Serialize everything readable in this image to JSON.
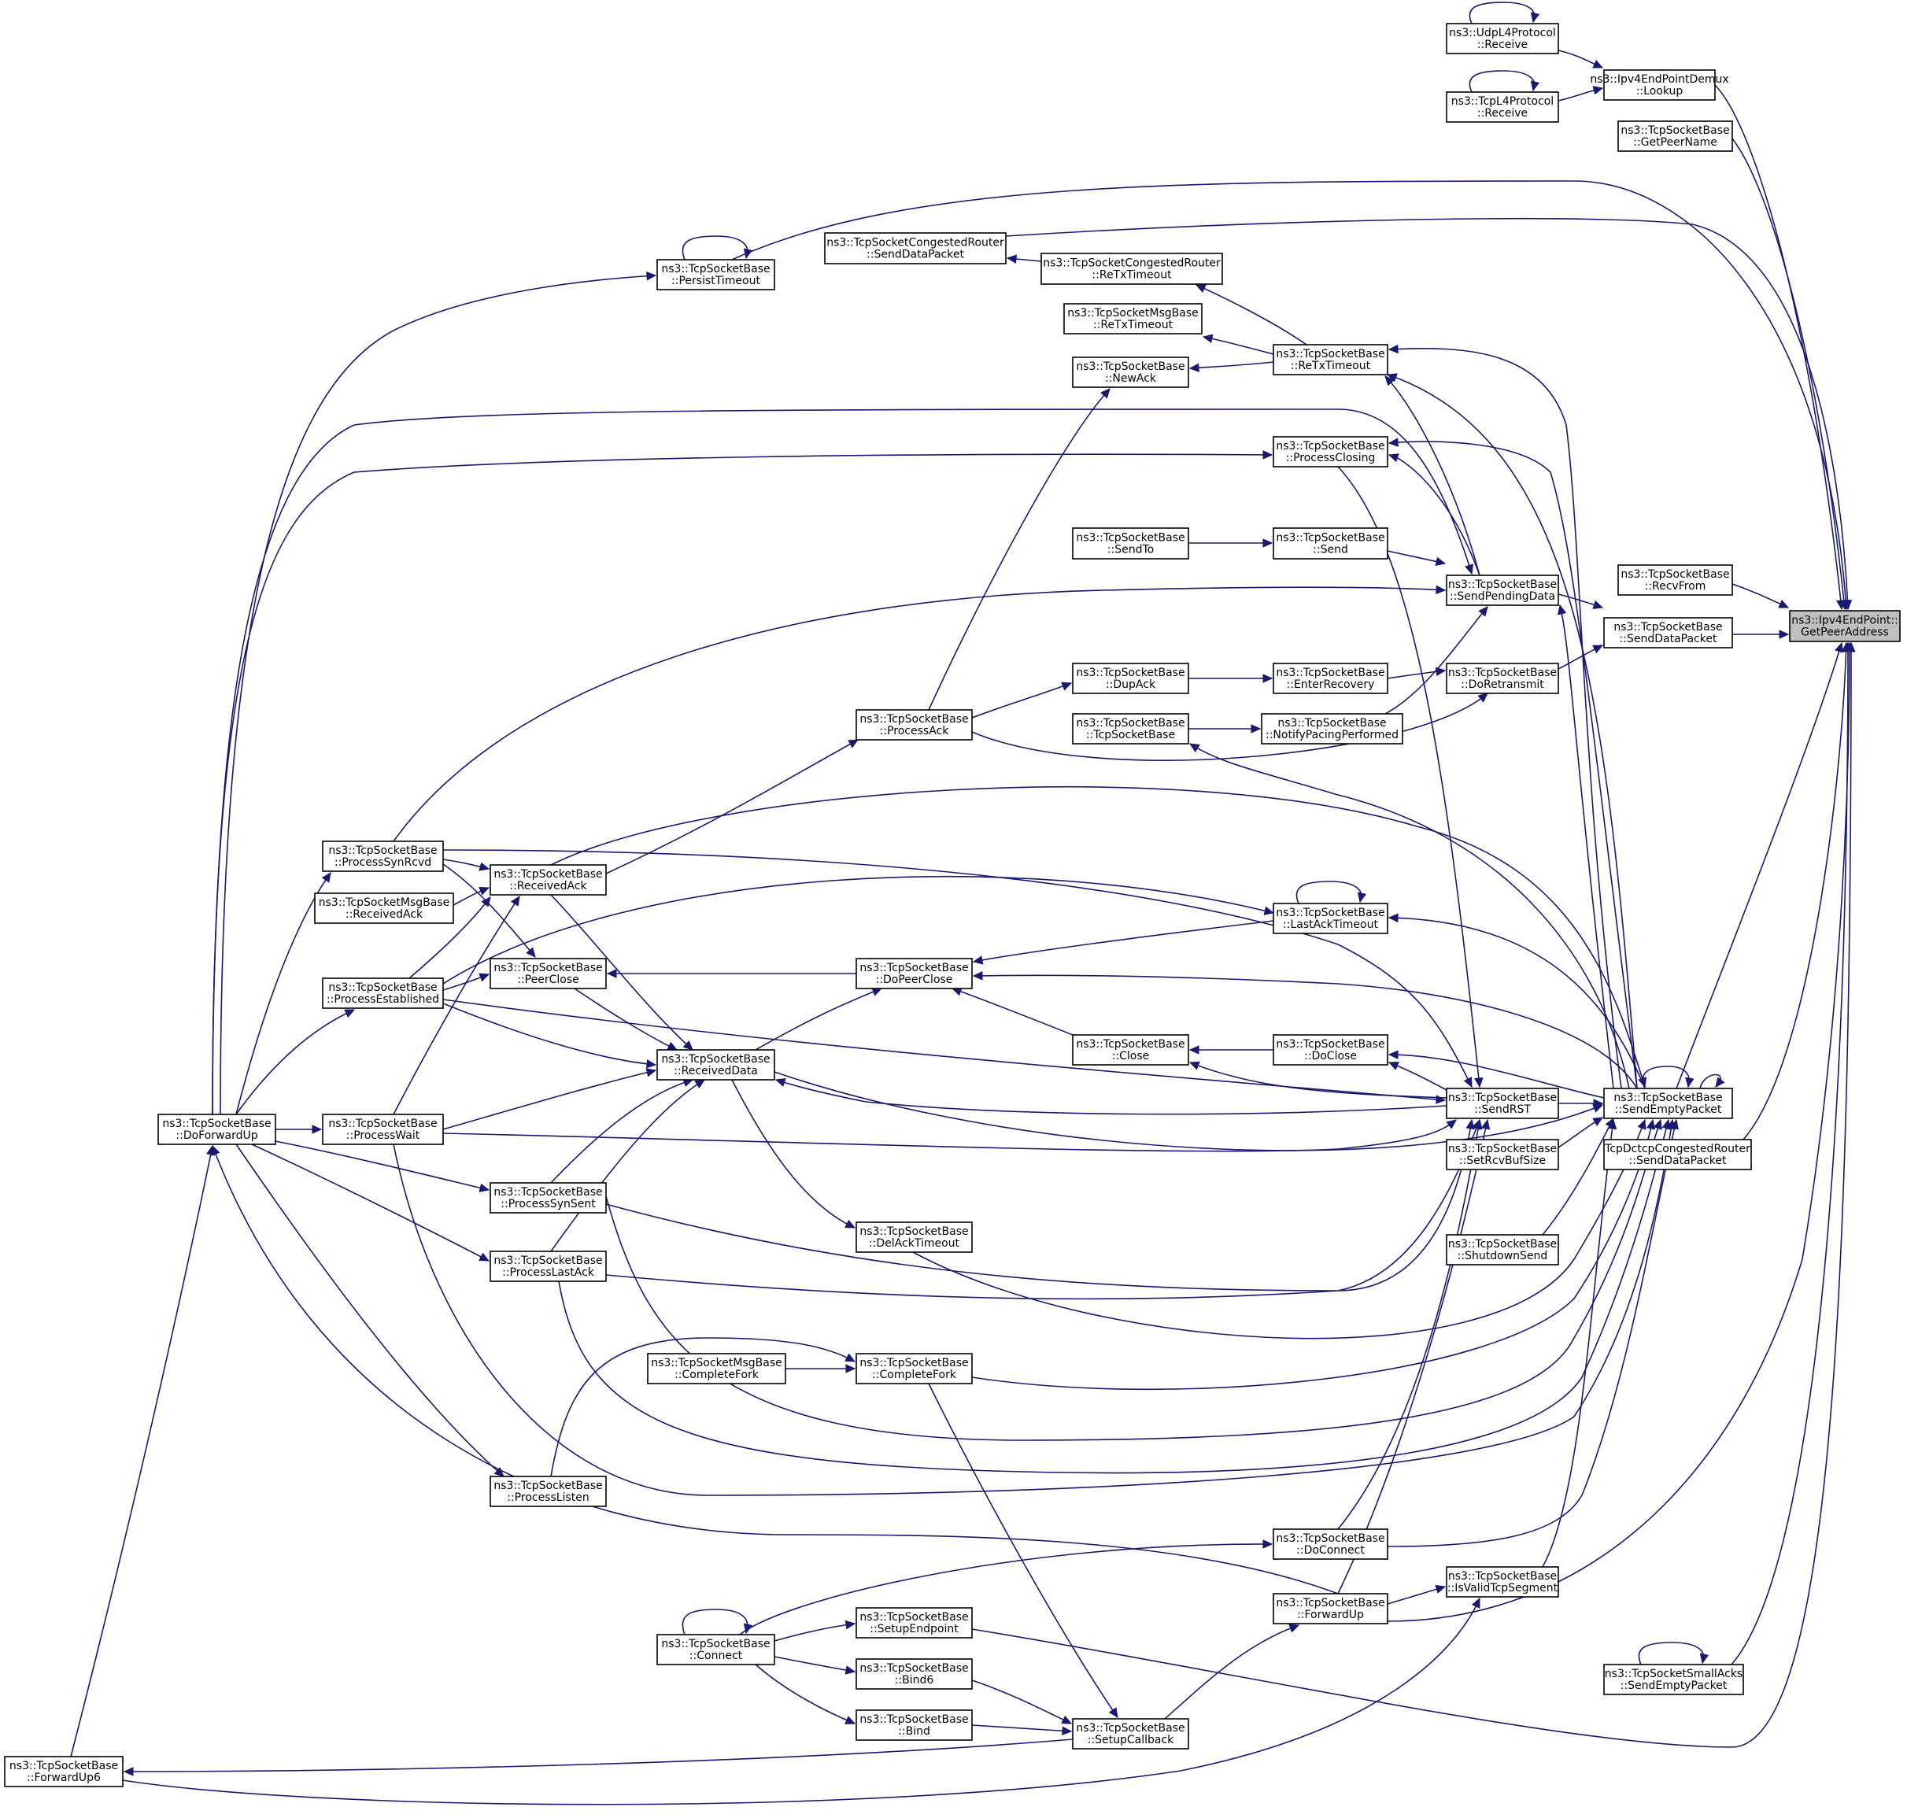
{
  "graph": {
    "nodes": [
      {
        "id": "udp_receive",
        "lines": [
          "ns3::UdpL4Protocol",
          "::Receive"
        ]
      },
      {
        "id": "tcp_receive",
        "lines": [
          "ns3::TcpL4Protocol",
          "::Receive"
        ]
      },
      {
        "id": "demux_lookup",
        "lines": [
          "ns3::Ipv4EndPointDemux",
          "::Lookup"
        ]
      },
      {
        "id": "get_peer_name",
        "lines": [
          "ns3::TcpSocketBase",
          "::GetPeerName"
        ]
      },
      {
        "id": "get_peer_address",
        "lines": [
          "ns3::Ipv4EndPoint::",
          "GetPeerAddress"
        ],
        "focus": true
      },
      {
        "id": "congested_send_data",
        "lines": [
          "ns3::TcpSocketCongestedRouter",
          "::SendDataPacket"
        ]
      },
      {
        "id": "congested_retx",
        "lines": [
          "ns3::TcpSocketCongestedRouter",
          "::ReTxTimeout"
        ]
      },
      {
        "id": "persist_timeout",
        "lines": [
          "ns3::TcpSocketBase",
          "::PersistTimeout"
        ]
      },
      {
        "id": "msg_retx",
        "lines": [
          "ns3::TcpSocketMsgBase",
          "::ReTxTimeout"
        ]
      },
      {
        "id": "retx_timeout",
        "lines": [
          "ns3::TcpSocketBase",
          "::ReTxTimeout"
        ]
      },
      {
        "id": "new_ack",
        "lines": [
          "ns3::TcpSocketBase",
          "::NewAck"
        ]
      },
      {
        "id": "process_closing",
        "lines": [
          "ns3::TcpSocketBase",
          "::ProcessClosing"
        ]
      },
      {
        "id": "send_to",
        "lines": [
          "ns3::TcpSocketBase",
          "::SendTo"
        ]
      },
      {
        "id": "send",
        "lines": [
          "ns3::TcpSocketBase",
          "::Send"
        ]
      },
      {
        "id": "send_pending_data",
        "lines": [
          "ns3::TcpSocketBase",
          "::SendPendingData"
        ]
      },
      {
        "id": "recv_from",
        "lines": [
          "ns3::TcpSocketBase",
          "::RecvFrom"
        ]
      },
      {
        "id": "send_data_packet",
        "lines": [
          "ns3::TcpSocketBase",
          "::SendDataPacket"
        ]
      },
      {
        "id": "dup_ack",
        "lines": [
          "ns3::TcpSocketBase",
          "::DupAck"
        ]
      },
      {
        "id": "enter_recovery",
        "lines": [
          "ns3::TcpSocketBase",
          "::EnterRecovery"
        ]
      },
      {
        "id": "do_retransmit",
        "lines": [
          "ns3::TcpSocketBase",
          "::DoRetransmit"
        ]
      },
      {
        "id": "ctor",
        "lines": [
          "ns3::TcpSocketBase",
          "::TcpSocketBase"
        ]
      },
      {
        "id": "notify_pacing",
        "lines": [
          "ns3::TcpSocketBase",
          "::NotifyPacingPerformed"
        ]
      },
      {
        "id": "process_ack",
        "lines": [
          "ns3::TcpSocketBase",
          "::ProcessAck"
        ]
      },
      {
        "id": "process_syn_rcvd",
        "lines": [
          "ns3::TcpSocketBase",
          "::ProcessSynRcvd"
        ]
      },
      {
        "id": "received_ack",
        "lines": [
          "ns3::TcpSocketBase",
          "::ReceivedAck"
        ]
      },
      {
        "id": "msg_received_ack",
        "lines": [
          "ns3::TcpSocketMsgBase",
          "::ReceivedAck"
        ]
      },
      {
        "id": "last_ack_timeout",
        "lines": [
          "ns3::TcpSocketBase",
          "::LastAckTimeout"
        ]
      },
      {
        "id": "process_established",
        "lines": [
          "ns3::TcpSocketBase",
          "::ProcessEstablished"
        ]
      },
      {
        "id": "peer_close",
        "lines": [
          "ns3::TcpSocketBase",
          "::PeerClose"
        ]
      },
      {
        "id": "do_peer_close",
        "lines": [
          "ns3::TcpSocketBase",
          "::DoPeerClose"
        ]
      },
      {
        "id": "close",
        "lines": [
          "ns3::TcpSocketBase",
          "::Close"
        ]
      },
      {
        "id": "do_close",
        "lines": [
          "ns3::TcpSocketBase",
          "::DoClose"
        ]
      },
      {
        "id": "received_data",
        "lines": [
          "ns3::TcpSocketBase",
          "::ReceivedData"
        ]
      },
      {
        "id": "send_rst",
        "lines": [
          "ns3::TcpSocketBase",
          "::SendRST"
        ]
      },
      {
        "id": "send_empty_packet",
        "lines": [
          "ns3::TcpSocketBase",
          "::SendEmptyPacket"
        ]
      },
      {
        "id": "do_forward_up",
        "lines": [
          "ns3::TcpSocketBase",
          "::DoForwardUp"
        ]
      },
      {
        "id": "process_wait",
        "lines": [
          "ns3::TcpSocketBase",
          "::ProcessWait"
        ]
      },
      {
        "id": "set_rcv_buf",
        "lines": [
          "ns3::TcpSocketBase",
          "::SetRcvBufSize"
        ]
      },
      {
        "id": "dctcp_send_data",
        "lines": [
          "TcpDctcpCongestedRouter",
          "::SendDataPacket"
        ]
      },
      {
        "id": "process_syn_sent",
        "lines": [
          "ns3::TcpSocketBase",
          "::ProcessSynSent"
        ]
      },
      {
        "id": "del_ack_timeout",
        "lines": [
          "ns3::TcpSocketBase",
          "::DelAckTimeout"
        ]
      },
      {
        "id": "shutdown_send",
        "lines": [
          "ns3::TcpSocketBase",
          "::ShutdownSend"
        ]
      },
      {
        "id": "process_last_ack",
        "lines": [
          "ns3::TcpSocketBase",
          "::ProcessLastAck"
        ]
      },
      {
        "id": "msg_complete_fork",
        "lines": [
          "ns3::TcpSocketMsgBase",
          "::CompleteFork"
        ]
      },
      {
        "id": "complete_fork",
        "lines": [
          "ns3::TcpSocketBase",
          "::CompleteFork"
        ]
      },
      {
        "id": "process_listen",
        "lines": [
          "ns3::TcpSocketBase",
          "::ProcessListen"
        ]
      },
      {
        "id": "do_connect",
        "lines": [
          "ns3::TcpSocketBase",
          "::DoConnect"
        ]
      },
      {
        "id": "is_valid_tcp_segment",
        "lines": [
          "ns3::TcpSocketBase",
          "::IsValidTcpSegment"
        ]
      },
      {
        "id": "forward_up",
        "lines": [
          "ns3::TcpSocketBase",
          "::ForwardUp"
        ]
      },
      {
        "id": "setup_endpoint",
        "lines": [
          "ns3::TcpSocketBase",
          "::SetupEndpoint"
        ]
      },
      {
        "id": "connect",
        "lines": [
          "ns3::TcpSocketBase",
          "::Connect"
        ]
      },
      {
        "id": "bind6",
        "lines": [
          "ns3::TcpSocketBase",
          "::Bind6"
        ]
      },
      {
        "id": "small_acks_send_empty",
        "lines": [
          "ns3::TcpSocketSmallAcks",
          "::SendEmptyPacket"
        ]
      },
      {
        "id": "bind",
        "lines": [
          "ns3::TcpSocketBase",
          "::Bind"
        ]
      },
      {
        "id": "setup_callback",
        "lines": [
          "ns3::TcpSocketBase",
          "::SetupCallback"
        ]
      },
      {
        "id": "forward_up6",
        "lines": [
          "ns3::TcpSocketBase",
          "::ForwardUp6"
        ]
      }
    ],
    "colors": {
      "edge": "#191970",
      "node_border": "#000000",
      "focus_fill": "#bfbfbf"
    }
  }
}
